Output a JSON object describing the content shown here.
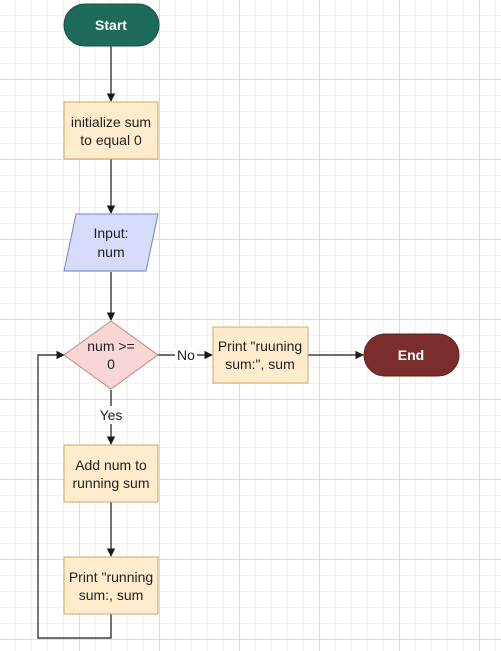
{
  "flowchart": {
    "nodes": {
      "start": {
        "lines": [
          "Start"
        ],
        "fill": "#1f6b5a"
      },
      "init": {
        "lines": [
          "initialize sum",
          "to equal 0"
        ],
        "fill": "#ffeccc"
      },
      "input": {
        "lines": [
          "Input:",
          "num"
        ],
        "fill": "#d6dcf9"
      },
      "decision": {
        "lines": [
          "num >=",
          "0"
        ],
        "fill": "#f9d6d6"
      },
      "print_no": {
        "lines": [
          "Print \"ruuning",
          "sum:\", sum"
        ],
        "fill": "#ffeccc"
      },
      "end": {
        "lines": [
          "End"
        ],
        "fill": "#7a2e2b"
      },
      "add": {
        "lines": [
          "Add num to",
          "running sum"
        ],
        "fill": "#ffeccc"
      },
      "print_yes": {
        "lines": [
          "Print \"running",
          "sum:, sum"
        ],
        "fill": "#ffeccc"
      }
    },
    "edge_labels": {
      "no": "No",
      "yes": "Yes"
    }
  }
}
